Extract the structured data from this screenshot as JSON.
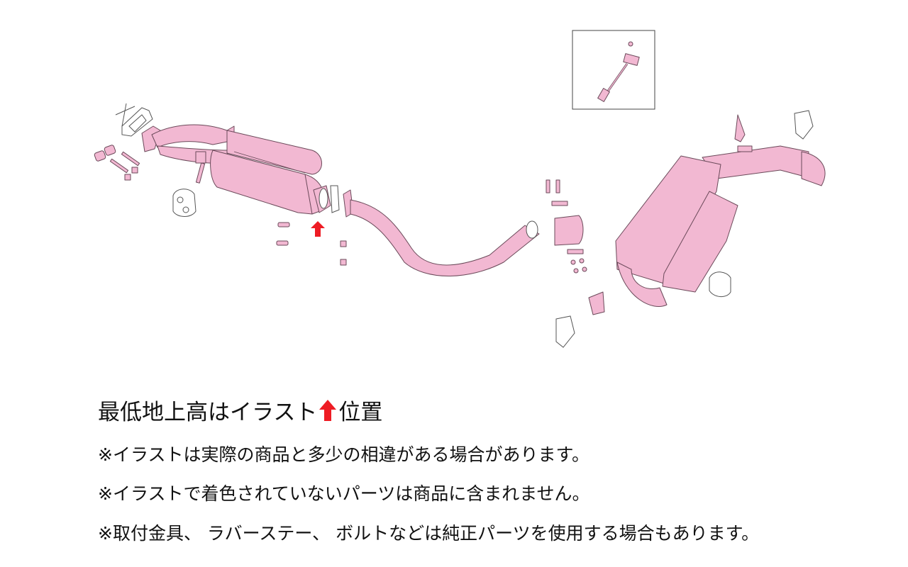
{
  "colors": {
    "part_fill": "#f2b8d2",
    "outline": "#6b4a5a",
    "highlight_arrow": "#ee1c24",
    "uncolored_part": "#ffffff",
    "text": "#111111"
  },
  "diagram": {
    "title": "Exhaust system exploded view",
    "parts": [
      {
        "name": "front-pipe-catalyst-section",
        "colored": true
      },
      {
        "name": "oem-flange-gasket",
        "colored": false
      },
      {
        "name": "springs-and-bolts",
        "colored": true
      },
      {
        "name": "rubber-hanger-left",
        "colored": false
      },
      {
        "name": "flange-gasket",
        "colored": true
      },
      {
        "name": "center-pipe",
        "colored": true
      },
      {
        "name": "pipe-clamp-sleeve",
        "colored": true
      },
      {
        "name": "rear-muffler-with-tail",
        "colored": true
      },
      {
        "name": "rubber-hanger-rear-right",
        "colored": false
      },
      {
        "name": "rubber-stay-top-right",
        "colored": false
      },
      {
        "name": "rubber-stay-bottom-left",
        "colored": false
      },
      {
        "name": "inset-sensor-harness",
        "colored": true
      }
    ],
    "min_ground_clearance_marker": "red-up-arrow"
  },
  "caption": {
    "before_arrow": "最低地上高はイラスト",
    "after_arrow": "位置"
  },
  "notes": [
    "※イラストは実際の商品と多少の相違がある場合があります。",
    "※イラストで着色されていないパーツは商品に含まれません。",
    "※取付金具、 ラバーステー、 ボルトなどは純正パーツを使用する場合もあります。"
  ]
}
